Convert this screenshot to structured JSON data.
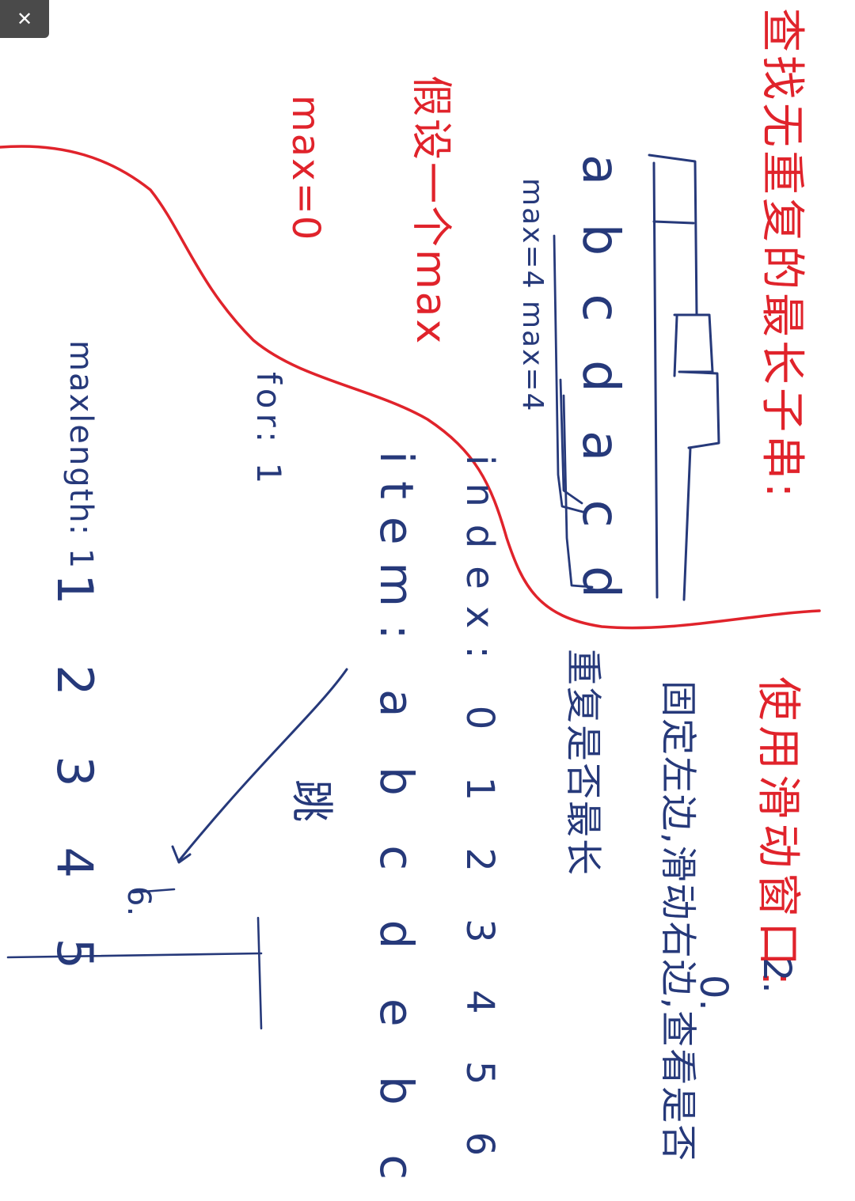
{
  "toolbar": {
    "close_icon": "close-icon",
    "close_glyph": "✕"
  },
  "colors": {
    "red_ink": "#e0232b",
    "blue_ink": "#26397a",
    "page": "#ffffff",
    "toolbar_bg": "#4a4a4a"
  },
  "notes": {
    "red_title": "查找无重复的最长子串:",
    "red_assume": "假设一个max",
    "red_max0": "max=0",
    "blue_chars_top": "a b c d a c d",
    "blue_max_note": "max=4  max=4",
    "red_right_title": "使用滑动窗口:",
    "blue_right_line1": "固定左边,滑动右边,查看是否",
    "blue_right_line2": "重复是否最长",
    "blue_index_label": "index: 0 1 2 3 4 5 6",
    "blue_item_label": "item: a b c d e b c",
    "blue_for_label": "for: 1",
    "blue_maxlength_label": "maxlength: 1",
    "blue_maxlength_values": "1 2 3 4 5",
    "blue_jump_label": "跳",
    "blue_num_six": "6.",
    "blue_num_two": "2.",
    "blue_num_zero": "0."
  }
}
